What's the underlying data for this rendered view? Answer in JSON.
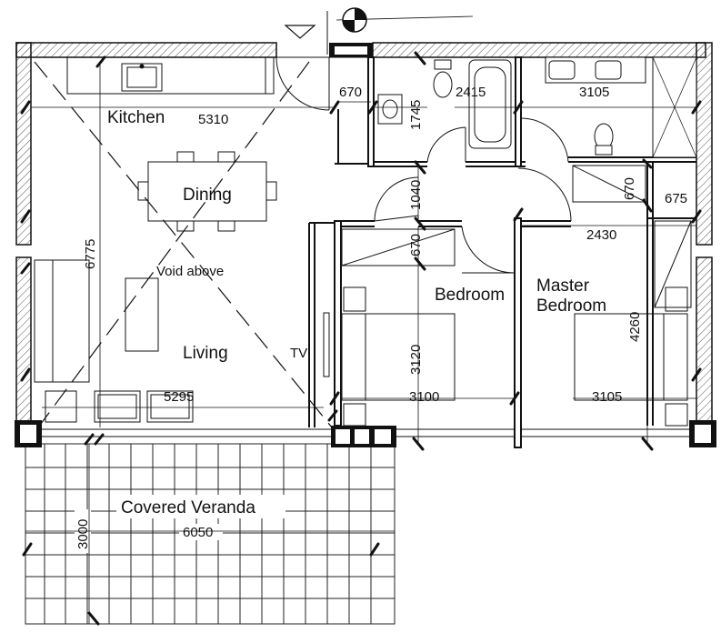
{
  "rooms": {
    "kitchen": "Kitchen",
    "dining": "Dining",
    "living": "Living",
    "void": "Void above",
    "tv": "TV",
    "bedroom": "Bedroom",
    "master_line1": "Master",
    "master_line2": "Bedroom",
    "veranda": "Covered Veranda"
  },
  "dimensions": {
    "kitchen_width": "5310",
    "kitchen_depth": "6775",
    "living_width": "5295",
    "door_670_top": "670",
    "bath_1745": "1745",
    "bath_2415": "2415",
    "ensuite_3105": "3105",
    "hall_1040": "1040",
    "wir_670": "670",
    "wir_675": "675",
    "master_2430": "2430",
    "bed_670": "670",
    "bed_3120": "3120",
    "bed_3100": "3100",
    "master_4260": "4260",
    "master_3105": "3105",
    "veranda_3000": "3000",
    "veranda_6050": "6050"
  },
  "colors": {
    "line": "#111111",
    "hatch": "#555555",
    "background": "#ffffff"
  }
}
